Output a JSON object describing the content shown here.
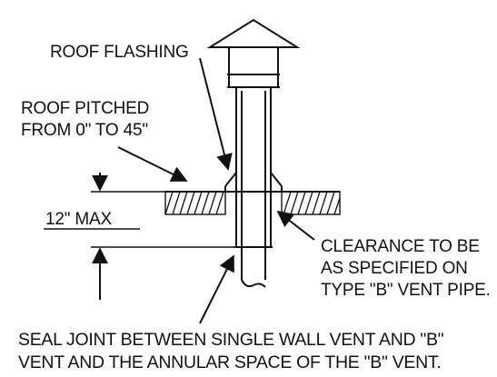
{
  "diagram": {
    "labels": {
      "roof_flashing": "ROOF FLASHING",
      "roof_pitched_line1": "ROOF PITCHED",
      "roof_pitched_line2": "FROM 0\" TO 45\"",
      "max_height": "12\" MAX",
      "clearance_line1": "CLEARANCE TO BE",
      "clearance_line2": "AS SPECIFIED ON",
      "clearance_line3": "TYPE \"B\" VENT PIPE.",
      "seal_line1": "SEAL JOINT BETWEEN SINGLE WALL VENT AND \"B\"",
      "seal_line2": "VENT AND THE ANNULAR SPACE OF THE \"B\" VENT."
    }
  }
}
